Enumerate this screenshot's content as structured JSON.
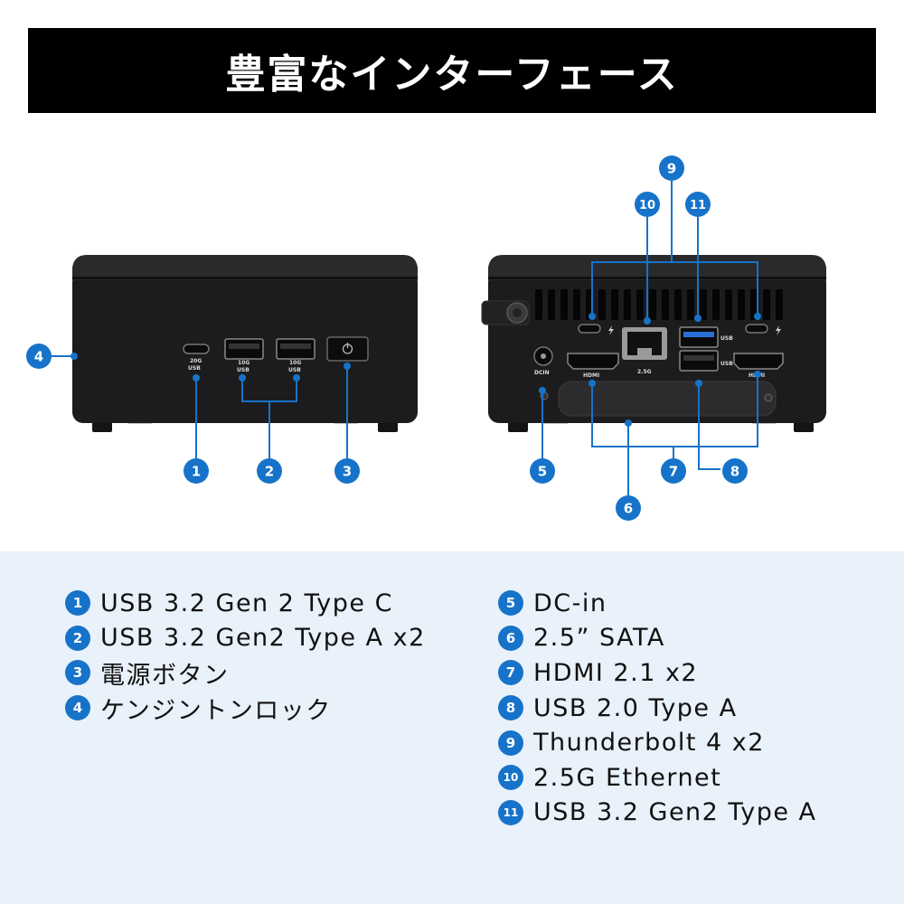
{
  "title": "豊富なインターフェース",
  "front_labels": {
    "usb_c": "USB",
    "usb_a1": "USB",
    "usb_a2": "USB",
    "usb_a1_speed": "10G",
    "usb_a2_speed": "10G",
    "usb_c_speed": "20G"
  },
  "back_labels": {
    "dcin": "DCIN",
    "hdmi1": "HDMI",
    "hdmi2": "HDMI",
    "eth": "2.5G",
    "usb3": "USB",
    "usb2": "USB"
  },
  "callouts": [
    "1",
    "2",
    "3",
    "4",
    "5",
    "6",
    "7",
    "8",
    "9",
    "10",
    "11"
  ],
  "legend": {
    "left": [
      {
        "num": "1",
        "label": "USB 3.2 Gen 2 Type C"
      },
      {
        "num": "2",
        "label": "USB 3.2 Gen2 Type A x2"
      },
      {
        "num": "3",
        "label": "電源ボタン"
      },
      {
        "num": "4",
        "label": "ケンジントンロック"
      }
    ],
    "right": [
      {
        "num": "5",
        "label": "DC-in"
      },
      {
        "num": "6",
        "label": "2.5” SATA"
      },
      {
        "num": "7",
        "label": "HDMI 2.1 x2"
      },
      {
        "num": "8",
        "label": "USB 2.0 Type A"
      },
      {
        "num": "9",
        "label": "Thunderbolt 4 x2"
      },
      {
        "num": "10",
        "label": "2.5G Ethernet"
      },
      {
        "num": "11",
        "label": "USB 3.2 Gen2 Type A"
      }
    ]
  },
  "colors": {
    "accent": "#1673c9",
    "device": "#1c1c1e",
    "panel": "#e9f1fa",
    "title_bg": "#000000"
  }
}
